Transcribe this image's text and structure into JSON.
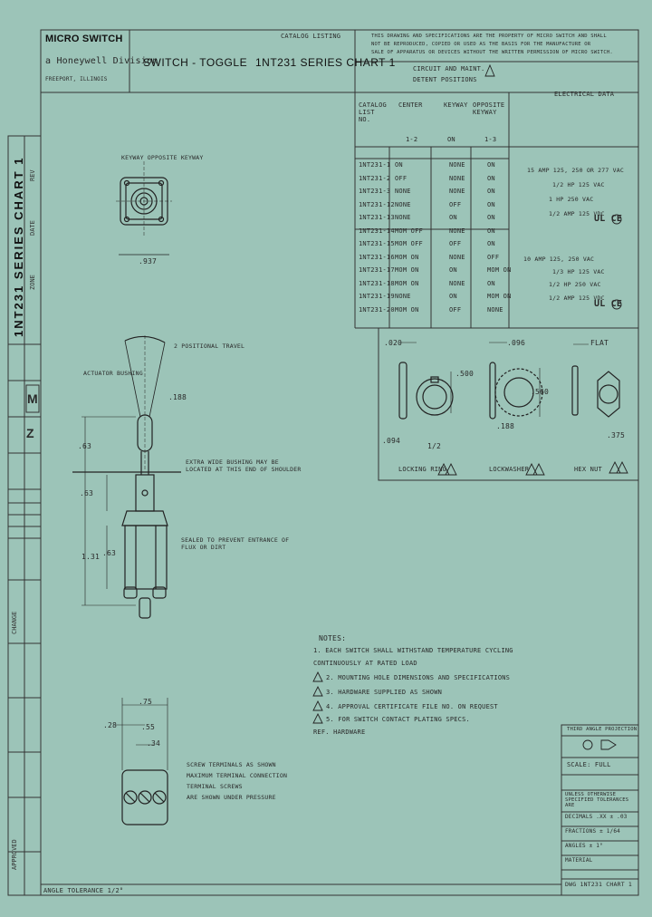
{
  "title_block": {
    "logo": "MICRO SWITCH",
    "division": "a Honeywell Division",
    "address": "FREEPORT, ILLINOIS",
    "title1": "SWITCH - TOGGLE",
    "title2": "1NT231 SERIES CHART 1",
    "catalog_listing": "CATALOG LISTING",
    "side_title": "1NT231 SERIES CHART 1",
    "side_z": "Z"
  },
  "proprietary_note": [
    "THIS DRAWING AND SPECIFICATIONS ARE THE PROPERTY OF MICRO SWITCH AND SHALL",
    "NOT BE REPRODUCED, COPIED OR USED AS THE BASIS FOR THE MANUFACTURE OR",
    "SALE OF APPARATUS OR DEVICES WITHOUT THE WRITTEN PERMISSION OF MICRO SWITCH."
  ],
  "chart": {
    "circuit_header": "CIRCUIT AND MAINT.",
    "detent_header": "DETENT POSITIONS",
    "electrical_header": "ELECTRICAL DATA",
    "col_catalog": "CATALOG LIST NO.",
    "col_center": "CENTER",
    "col_opposite": "OPPOSITE KEYWAY",
    "col_keyway": "KEYWAY",
    "col_sub": [
      "1-2",
      "ON",
      "1-3"
    ],
    "rows": [
      [
        "1NT231-1",
        "ON",
        "NONE",
        "ON"
      ],
      [
        "1NT231-2",
        "OFF",
        "NONE",
        "ON"
      ],
      [
        "1NT231-3",
        "NONE",
        "NONE",
        "ON"
      ],
      [
        "1NT231-12",
        "NONE",
        "OFF",
        "ON"
      ],
      [
        "1NT231-13",
        "NONE",
        "ON",
        "ON"
      ],
      [
        "1NT231-14",
        "MOM OFF",
        "NONE",
        "ON"
      ],
      [
        "1NT231-15",
        "MOM OFF",
        "OFF",
        "ON"
      ],
      [
        "1NT231-16",
        "MOM ON",
        "NONE",
        "OFF"
      ],
      [
        "1NT231-17",
        "MOM ON",
        "ON",
        "MOM ON"
      ],
      [
        "1NT231-18",
        "MOM ON",
        "NONE",
        "ON"
      ],
      [
        "1NT231-19",
        "NONE",
        "ON",
        "MOM ON"
      ],
      [
        "1NT231-20",
        "MOM ON",
        "OFF",
        "NONE"
      ]
    ],
    "elec_group1": [
      "15 AMP 125, 250 OR 277 VAC",
      "1/2 HP 125 VAC",
      "1 HP 250 VAC",
      "1/2 AMP 125 VDC"
    ],
    "elec_group2": [
      "10 AMP 125, 250 VAC",
      "1/3 HP 125 VAC",
      "1/2 HP 250 VAC",
      "1/2 AMP 125 VDC"
    ],
    "approvals": "UL CE"
  },
  "hardware": {
    "labels": [
      "LOCKING RING",
      "LOCKWASHER",
      "HEX NUT"
    ],
    "dims": [
      ".020",
      ".500",
      ".096",
      ".094",
      ".560",
      ".188",
      ".375",
      "1/2",
      "FLAT"
    ]
  },
  "drawing": {
    "keyway_note": "KEYWAY OPPOSITE KEYWAY",
    "travel_note": "2 POSITIONAL TRAVEL",
    "lever_note": "ACTUATOR BUSHING",
    "bushing_note": "EXTRA WIDE BUSHING MAY BE LOCATED AT THIS END OF SHOULDER",
    "sealed_note": "SEALED TO PREVENT ENTRANCE OF FLUX OR DIRT",
    "terminal_note": [
      "SCREW TERMINALS AS SHOWN",
      "MAXIMUM TERMINAL CONNECTION",
      "TERMINAL SCREWS",
      "ARE SHOWN UNDER PRESSURE"
    ],
    "dims_top": [
      ".937"
    ],
    "dims_side": [
      ".63",
      ".63",
      ".188",
      ".63",
      "1.31"
    ],
    "dims_bottom": [
      ".75",
      ".28",
      ".55",
      ".34"
    ]
  },
  "notes": {
    "header": "NOTES:",
    "lines": [
      "1. EACH SWITCH SHALL WITHSTAND TEMPERATURE CYCLING",
      "   CONTINUOUSLY AT RATED LOAD",
      "2. MOUNTING HOLE DIMENSIONS AND SPECIFICATIONS",
      "3. HARDWARE SUPPLIED AS SHOWN",
      "4. APPROVAL CERTIFICATE FILE NO. ON REQUEST",
      "5. FOR SWITCH CONTACT PLATING SPECS.",
      "   REF. HARDWARE"
    ]
  },
  "right_block": {
    "projection": "THIRD ANGLE PROJECTION",
    "scale": "SCALE: FULL",
    "tol_header": "UNLESS OTHERWISE SPECIFIED TOLERANCES ARE",
    "tol_rows": [
      "DECIMALS .XX ± .03",
      "FRACTIONS ± 1/64",
      "ANGLES ± 1°",
      "MATERIAL"
    ],
    "dwg": "DWG 1NT231 CHART 1"
  },
  "left_strip": [
    "REV",
    "DATE",
    "ZONE",
    "CHANGE",
    "APPROVED"
  ],
  "bottom_left": "ANGLE TOLERANCE 1/2°"
}
